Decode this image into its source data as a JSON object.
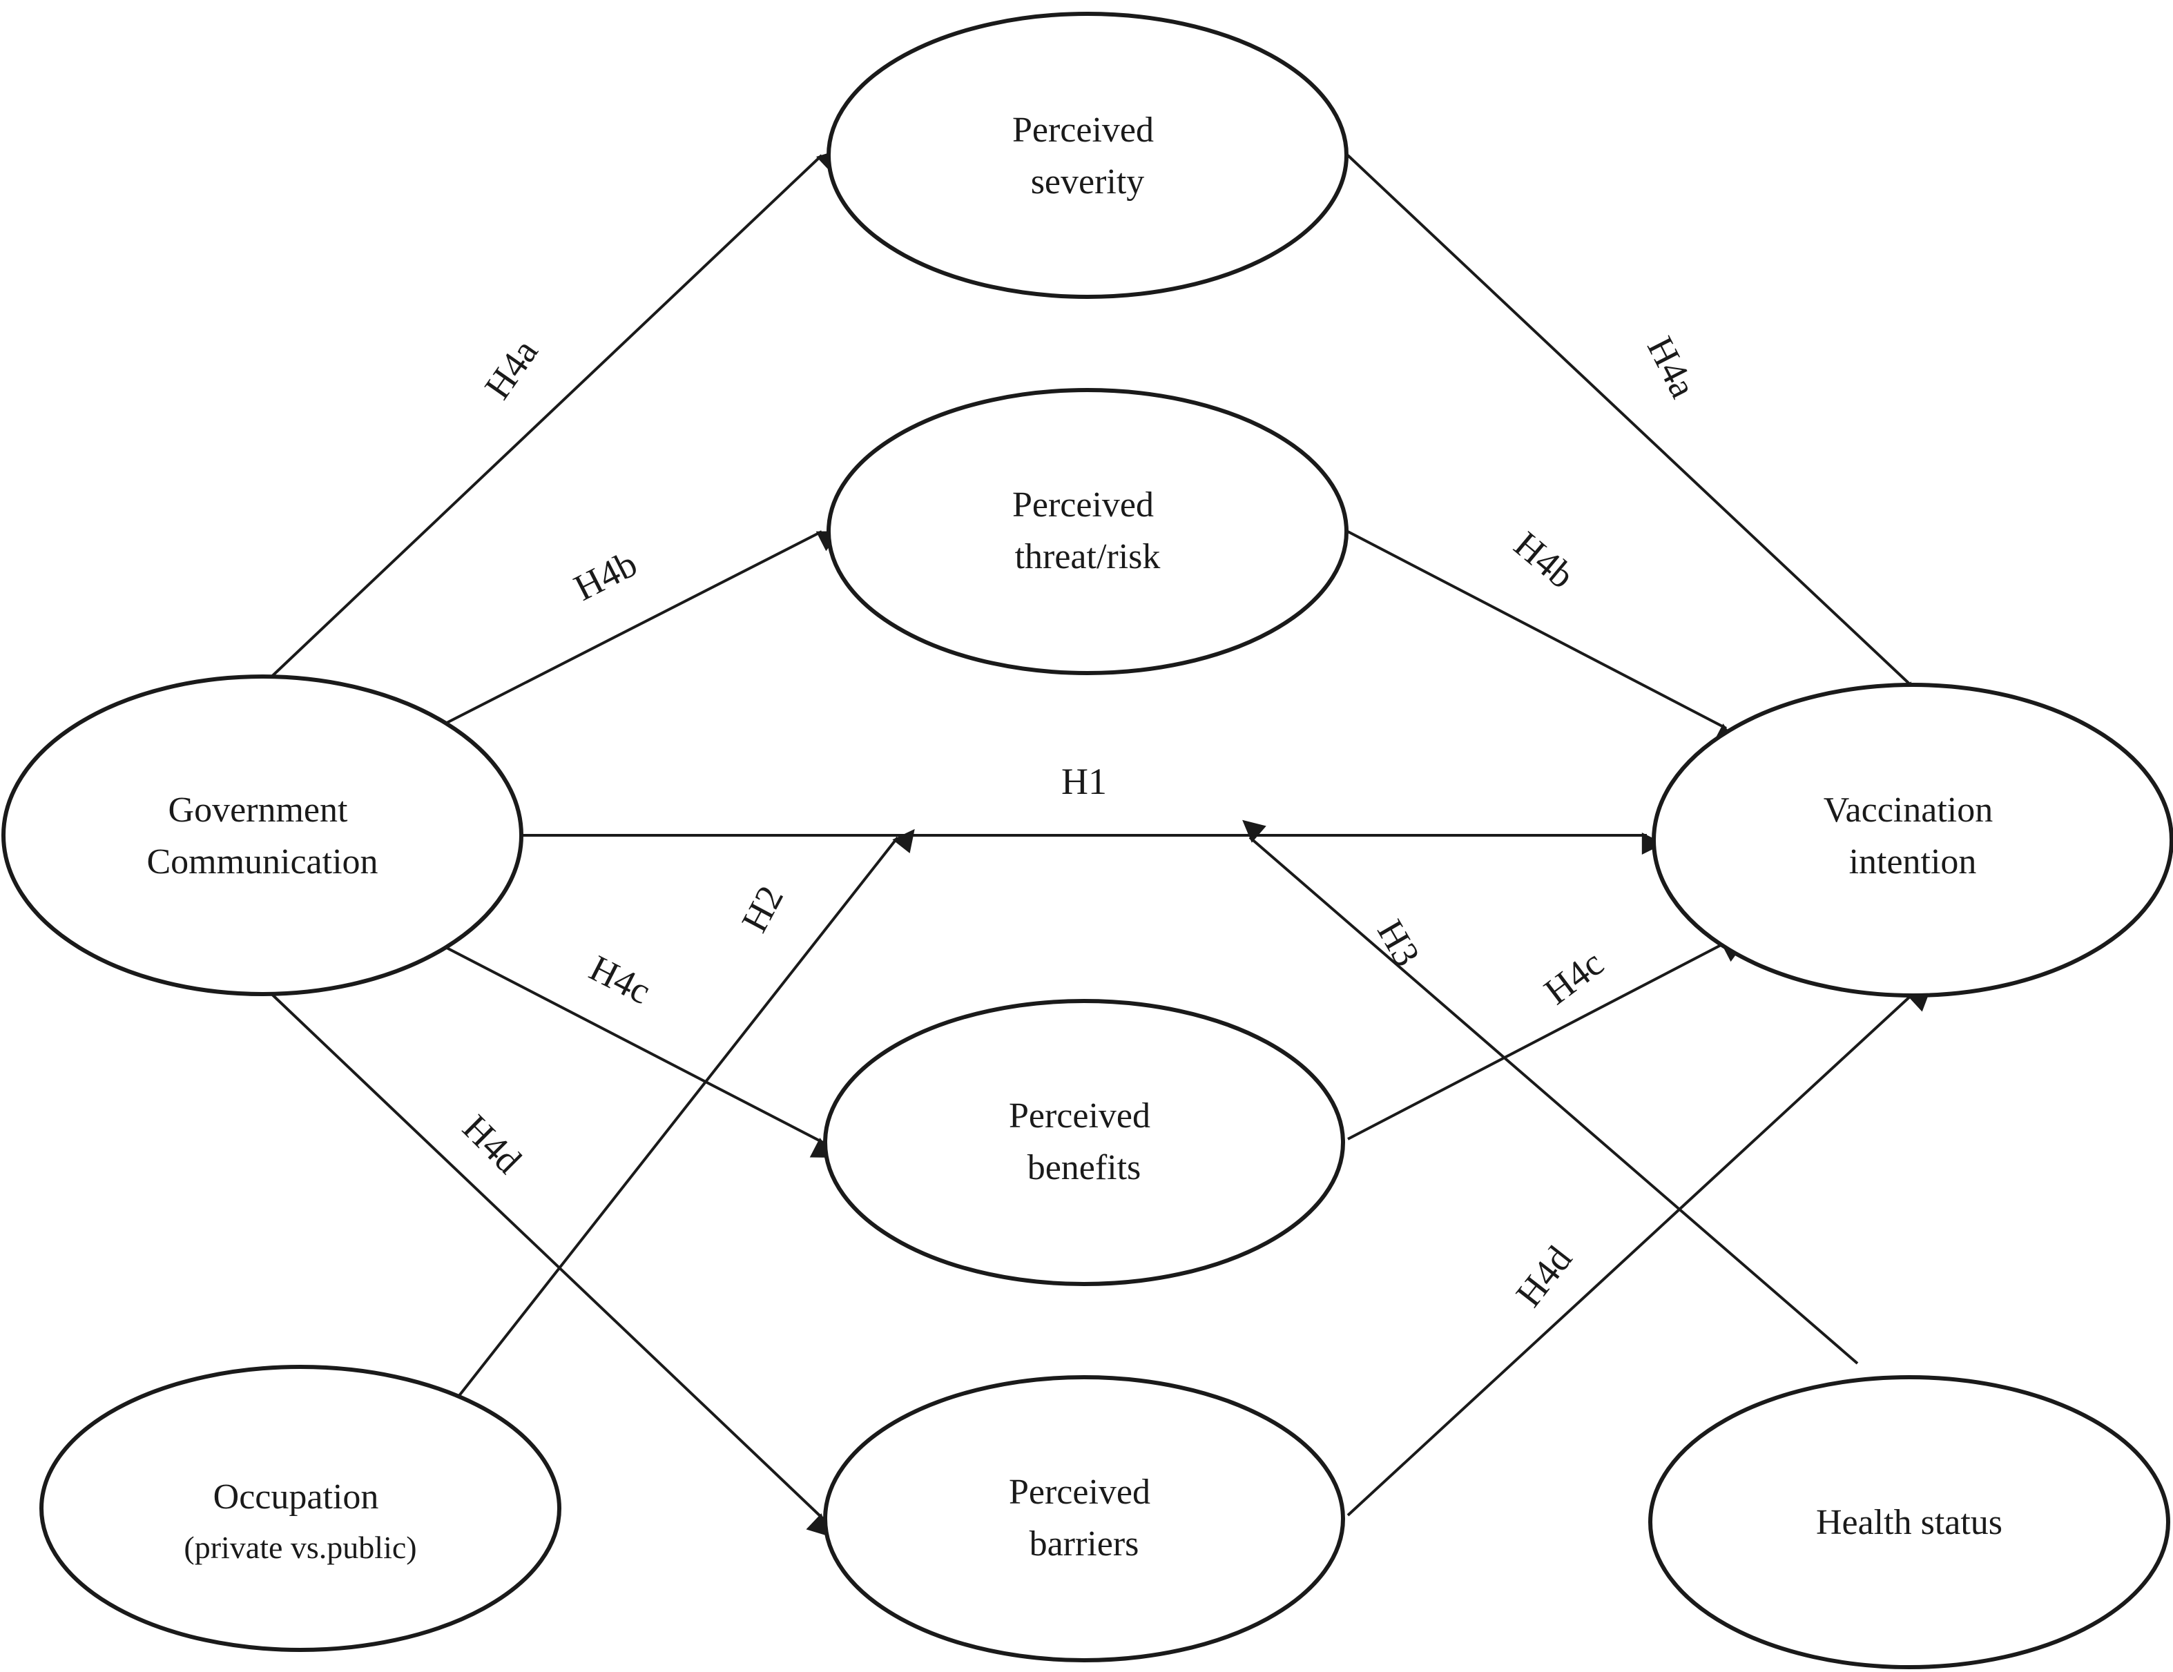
{
  "nodes": {
    "severity": {
      "line1": "Perceived",
      "line2": "severity"
    },
    "threat": {
      "line1": "Perceived",
      "line2": "threat/risk"
    },
    "government": {
      "line1": "Government",
      "line2": "Communication"
    },
    "vaccination": {
      "line1": "Vaccination",
      "line2": "intention"
    },
    "benefits": {
      "line1": "Perceived",
      "line2": "benefits"
    },
    "barriers": {
      "line1": "Perceived",
      "line2": "barriers"
    },
    "occupation": {
      "line1": "Occupation",
      "line2": "(private vs.public)"
    },
    "health": {
      "line1": "Health status"
    }
  },
  "edges": {
    "h1": "H1",
    "h2": "H2",
    "h3": "H3",
    "h4a_in": "H4a",
    "h4a_out": "H4a",
    "h4b_in": "H4b",
    "h4b_out": "H4b",
    "h4c_in": "H4c",
    "h4c_out": "H4c",
    "h4d_in": "H4d",
    "h4d_out": "H4d"
  }
}
